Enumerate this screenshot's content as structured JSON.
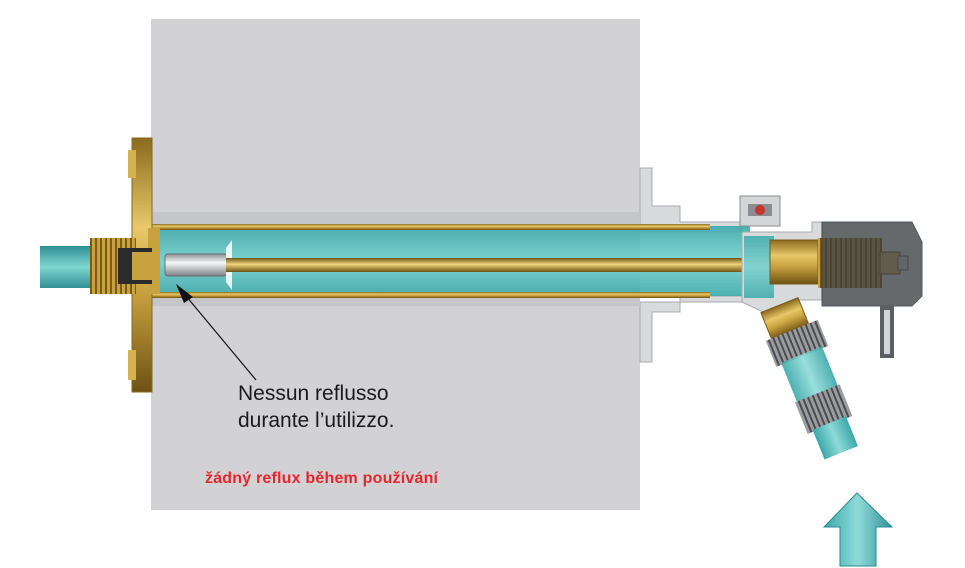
{
  "annotation_it": {
    "line1": "Nessun reflusso",
    "line2": "durante l’utilizzo."
  },
  "annotation_cz": "žádný reflux během používání",
  "colors": {
    "wall": "#d2d2d4",
    "water": "#56c3c0",
    "brass": "#c7a040",
    "metal": "#cfd1d3",
    "metal_dark": "#55585c",
    "annotation_red": "#e5262d"
  },
  "icons": [
    "flow-direction-arrow-icon",
    "pointer-arrow-icon"
  ]
}
